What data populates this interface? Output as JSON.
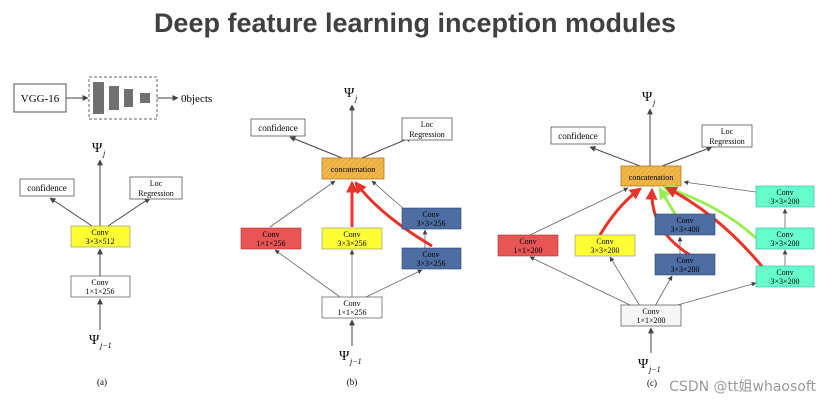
{
  "title": "Deep feature learning inception modules",
  "watermark": "CSDN @tt姐whaosoft",
  "colors": {
    "yellow": "#ffff33",
    "red": "#e85555",
    "blue": "#4e6ea3",
    "teal": "#66ffcc",
    "orange": "#f0b84a",
    "arrow_red": "#e8342a",
    "arrow_green": "#99ee55"
  },
  "top": {
    "vgg": "VGG-16",
    "objects": "0bjects"
  },
  "diagram_a": {
    "psi_j": "Ψ",
    "psi_j_sub": "j",
    "confidence": "confidence",
    "loc_line1": "Loc",
    "loc_line2": "Regression",
    "conv_main_1": "Conv",
    "conv_main_2": "3×3×512",
    "conv_base_1": "Conv",
    "conv_base_2": "1×1×256",
    "psi_prev": "Ψ",
    "psi_prev_sub": "j−1",
    "caption": "(a)"
  },
  "diagram_b": {
    "psi_j": "Ψ",
    "psi_j_sub": "j",
    "confidence": "confidence",
    "loc_line1": "Loc",
    "loc_line2": "Regression",
    "concat": "concatenation",
    "red_1": "Conv",
    "red_2": "1×1×256",
    "yellow_1": "Conv",
    "yellow_2": "3×3×256",
    "blue_top_1": "Conv",
    "blue_top_2": "3×3×256",
    "blue_bot_1": "Conv",
    "blue_bot_2": "3×3×256",
    "base_1": "Conv",
    "base_2": "1×1×256",
    "psi_prev": "Ψ",
    "psi_prev_sub": "j−1",
    "caption": "(b)"
  },
  "diagram_c": {
    "psi_j": "Ψ",
    "psi_j_sub": "j",
    "confidence": "confidence",
    "loc_line1": "Loc",
    "loc_line2": "Regression",
    "concat": "concatenation",
    "red_1": "Conv",
    "red_2": "1×1×200",
    "yellow_1": "Conv",
    "yellow_2": "3×3×200",
    "blue_top_1": "Conv",
    "blue_top_2": "3×3×400",
    "blue_bot_1": "Conv",
    "blue_bot_2": "3×3×200",
    "teal_top_1": "Conv",
    "teal_top_2": "3×3×200",
    "teal_mid_1": "Conv",
    "teal_mid_2": "3×3×200",
    "teal_bot_1": "Conv",
    "teal_bot_2": "3×3×200",
    "base_1": "Conv",
    "base_2": "1×1×200",
    "psi_prev": "Ψ",
    "psi_prev_sub": "j−1",
    "caption": "(c)"
  }
}
